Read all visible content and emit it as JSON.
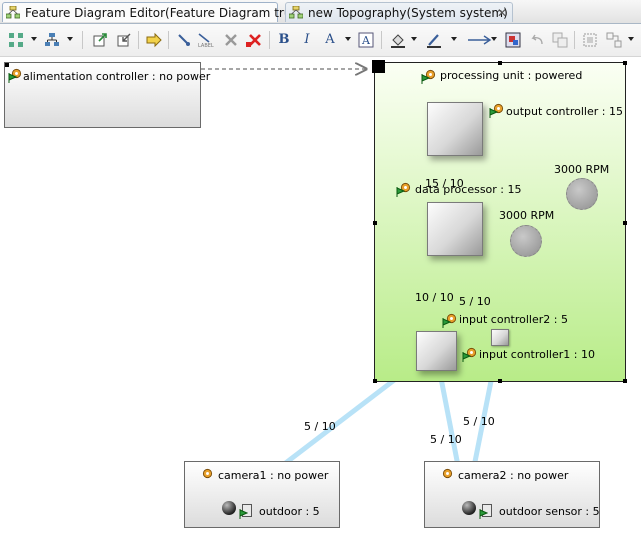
{
  "tabs": [
    {
      "label": "Feature Diagram Editor(Feature Diagram true)"
    },
    {
      "label": "new Topography(System system)",
      "close": "✕"
    }
  ],
  "toolbar": {
    "font_bold": "B",
    "font_italic": "I",
    "font_color": "A"
  },
  "diagram": {
    "alimentation": {
      "label": "alimentation controller : no power"
    },
    "processing": {
      "label": "processing unit : powered",
      "output_controller": "output controller : 15",
      "data_processor": "data processor : 15",
      "rpm_1": "3000 RPM",
      "rpm_2": "3000 RPM",
      "link_15": "15 / 10",
      "link_10": "10 / 10",
      "link_5": "5 / 10",
      "input_controller2": "input controller2 : 5",
      "input_controller1": "input controller1 : 10"
    },
    "camera1": {
      "label": "camera1 : no power",
      "sensor": "outdoor : 5",
      "link": "5 / 10"
    },
    "camera2": {
      "label": "camera2 : no power",
      "sensor": "outdoor sensor : 5",
      "link_a": "5 / 10",
      "link_b": "5 / 10"
    }
  },
  "colors": {
    "processing_fill_top": "#fbfff4",
    "processing_fill_bottom": "#b8ec88",
    "link_blue": "#b8e2f7",
    "link_orange": "#f7c7a0",
    "link_green": "#cdeeb4"
  }
}
